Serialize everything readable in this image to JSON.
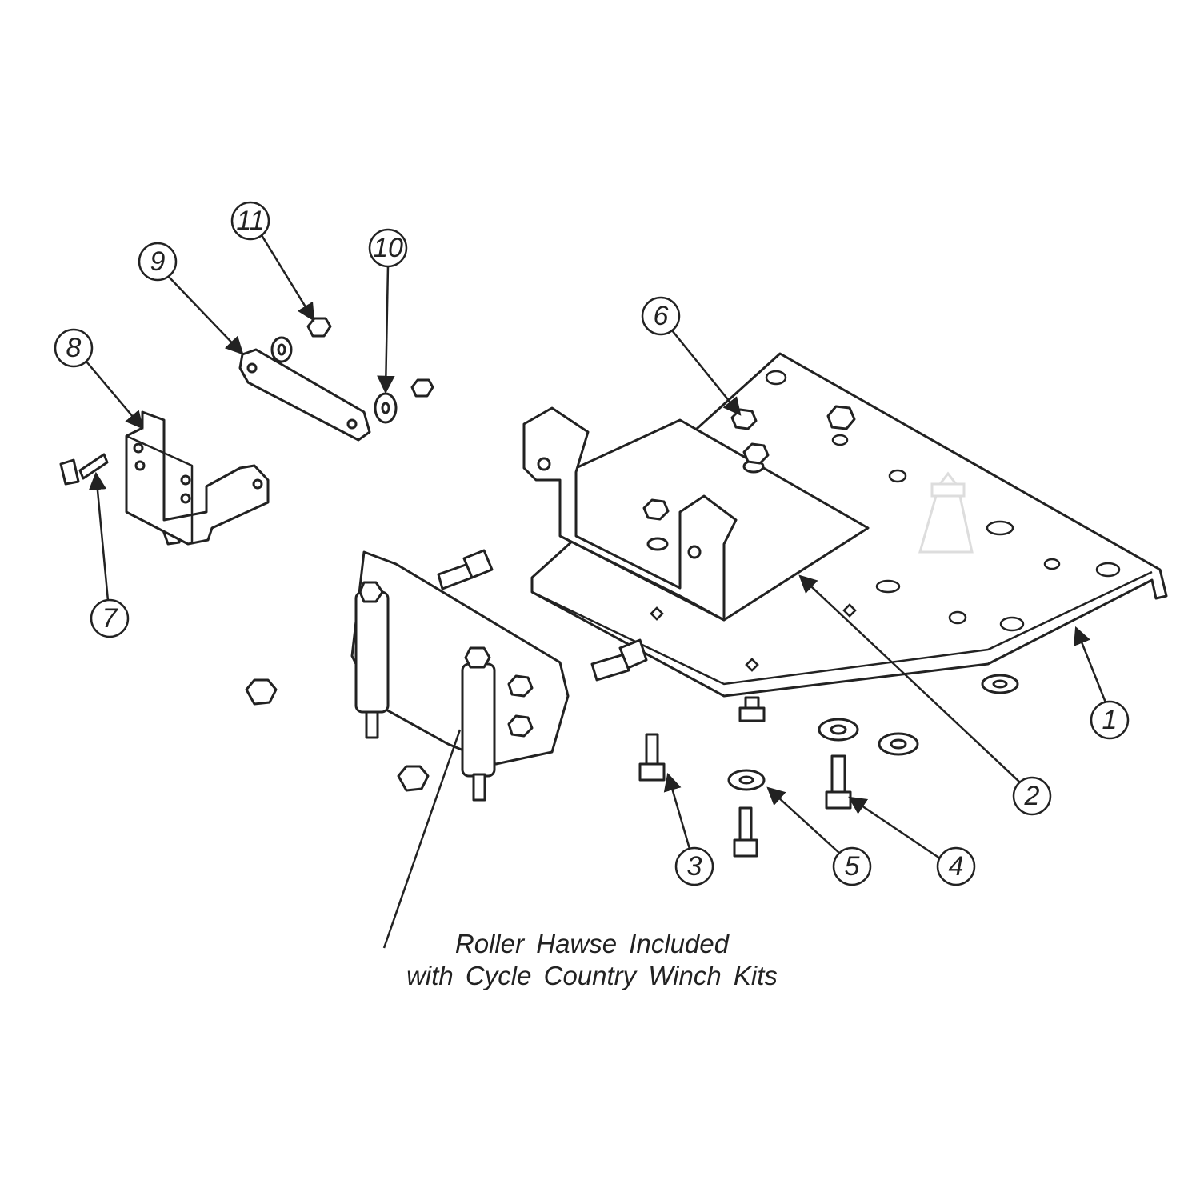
{
  "callouts": [
    "1",
    "2",
    "3",
    "4",
    "5",
    "6",
    "7",
    "8",
    "9",
    "10",
    "11"
  ],
  "note": {
    "line1": "Roller Hawse Included",
    "line2": "with Cycle Country Winch Kits"
  },
  "colors": {
    "line": "#222222",
    "background": "#ffffff"
  }
}
